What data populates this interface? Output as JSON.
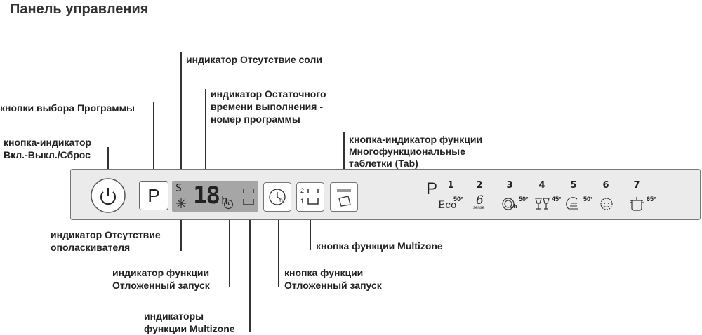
{
  "title": "Панель управления",
  "labels": {
    "salt": "индикатор Отсутствие соли",
    "remaining_1": "индикатор Остаточного",
    "remaining_2": "времени выполнения -",
    "remaining_3": "номер программы",
    "program_buttons": "кнопки выбора Программы",
    "power_1": "кнопка-индикатор",
    "power_2": "Вкл.-Выкл./Сброс",
    "tab_1": "кнопка-индикатор функции",
    "tab_2": "Многофункциональные",
    "tab_3": "таблетки (Tab)",
    "rinse_1": "индикатор Отсутствие",
    "rinse_2": "ополаскивателя",
    "multizone_button": "кнопка функции Multizone",
    "delay_ind_1": "индикатор функции",
    "delay_ind_2": "Отложенный запуск",
    "delay_btn_1": "кнопка функции",
    "delay_btn_2": "Отложенный запуск",
    "mz_ind_1": "индикаторы",
    "mz_ind_2": "функции Multizone"
  },
  "panel": {
    "p_button": "P",
    "display_digits": "18",
    "display_hour": "h",
    "salt_symbol": "S",
    "multizone_labels": [
      "2",
      "1"
    ],
    "programs_header": "P",
    "programs": [
      {
        "num": "1",
        "sub": "Eco",
        "temp": "50°"
      },
      {
        "num": "2",
        "sub": "sense",
        "temp": ""
      },
      {
        "num": "3",
        "sub": "1h",
        "temp": "50°"
      },
      {
        "num": "4",
        "sub": "",
        "temp": "45°"
      },
      {
        "num": "5",
        "sub": "",
        "temp": "50°"
      },
      {
        "num": "6",
        "sub": "",
        "temp": ""
      },
      {
        "num": "7",
        "sub": "",
        "temp": "65°"
      }
    ]
  }
}
